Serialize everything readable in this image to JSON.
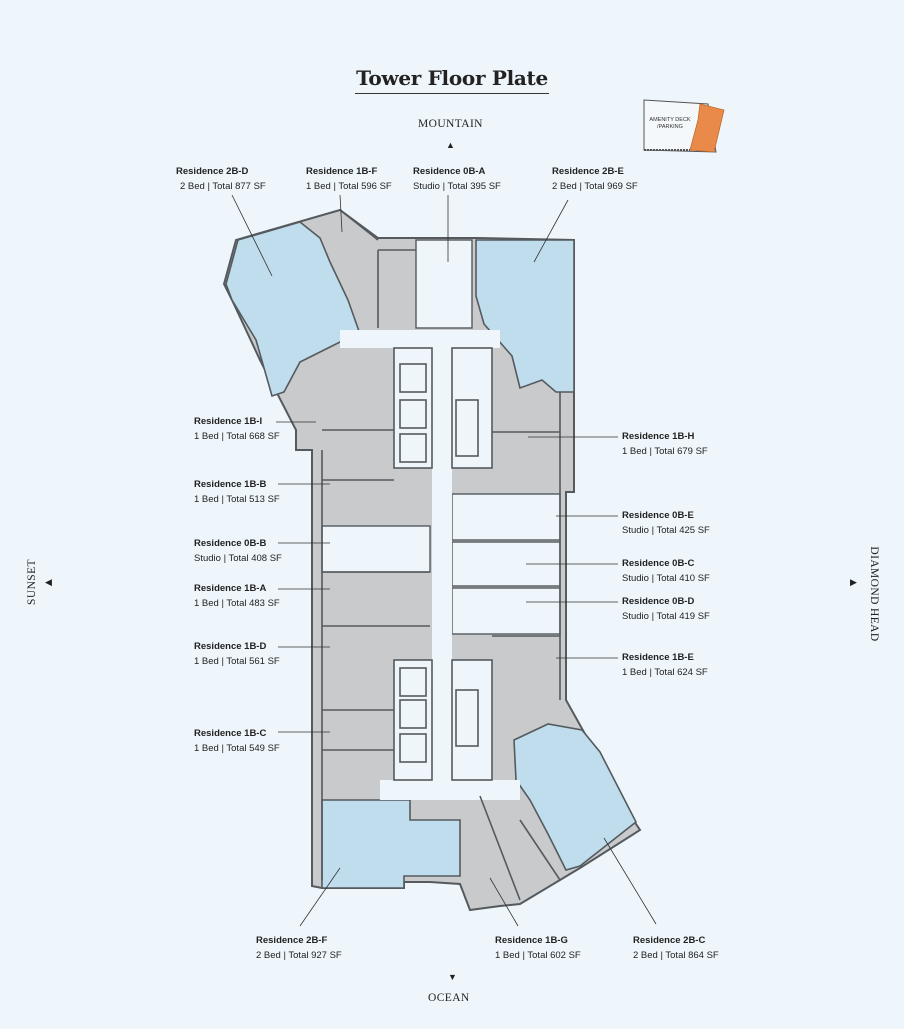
{
  "title": "Tower Floor Plate",
  "directions": {
    "north": "MOUNTAIN",
    "south": "OCEAN",
    "west": "SUNSET",
    "east": "DIAMOND HEAD"
  },
  "key_plan": {
    "label_line1": "AMENITY DECK",
    "label_line2": "/PARKING"
  },
  "colors": {
    "two_bed": "#bfdded",
    "other": "#c8cacc",
    "wall": "#555a5e",
    "background": "#eef6fb",
    "key_highlight": "#e98a4a"
  },
  "residences": [
    {
      "id": "2b-d",
      "name": "Residence 2B-D",
      "detail": "2 Bed | Total 877 SF"
    },
    {
      "id": "1b-f",
      "name": "Residence 1B-F",
      "detail": "1 Bed | Total 596 SF"
    },
    {
      "id": "0b-a",
      "name": "Residence 0B-A",
      "detail": "Studio | Total 395 SF"
    },
    {
      "id": "2b-e",
      "name": "Residence 2B-E",
      "detail": "2 Bed | Total 969 SF"
    },
    {
      "id": "1b-i",
      "name": "Residence 1B-I",
      "detail": "1 Bed | Total 668 SF"
    },
    {
      "id": "1b-h",
      "name": "Residence 1B-H",
      "detail": "1 Bed | Total 679 SF"
    },
    {
      "id": "1b-b",
      "name": "Residence 1B-B",
      "detail": "1 Bed | Total 513 SF"
    },
    {
      "id": "0b-e",
      "name": "Residence 0B-E",
      "detail": "Studio | Total 425 SF"
    },
    {
      "id": "0b-b",
      "name": "Residence 0B-B",
      "detail": "Studio | Total 408 SF"
    },
    {
      "id": "0b-c",
      "name": "Residence 0B-C",
      "detail": "Studio | Total 410 SF"
    },
    {
      "id": "1b-a",
      "name": "Residence 1B-A",
      "detail": "1 Bed | Total 483 SF"
    },
    {
      "id": "0b-d",
      "name": "Residence 0B-D",
      "detail": "Studio | Total 419 SF"
    },
    {
      "id": "1b-d",
      "name": "Residence 1B-D",
      "detail": "1 Bed | Total 561 SF"
    },
    {
      "id": "1b-e",
      "name": "Residence 1B-E",
      "detail": "1 Bed | Total 624 SF"
    },
    {
      "id": "1b-c",
      "name": "Residence 1B-C",
      "detail": "1 Bed | Total 549 SF"
    },
    {
      "id": "2b-f",
      "name": "Residence 2B-F",
      "detail": "2 Bed | Total 927 SF"
    },
    {
      "id": "1b-g",
      "name": "Residence 1B-G",
      "detail": "1 Bed | Total 602 SF"
    },
    {
      "id": "2b-c",
      "name": "Residence 2B-C",
      "detail": "2 Bed | Total 864 SF"
    }
  ]
}
